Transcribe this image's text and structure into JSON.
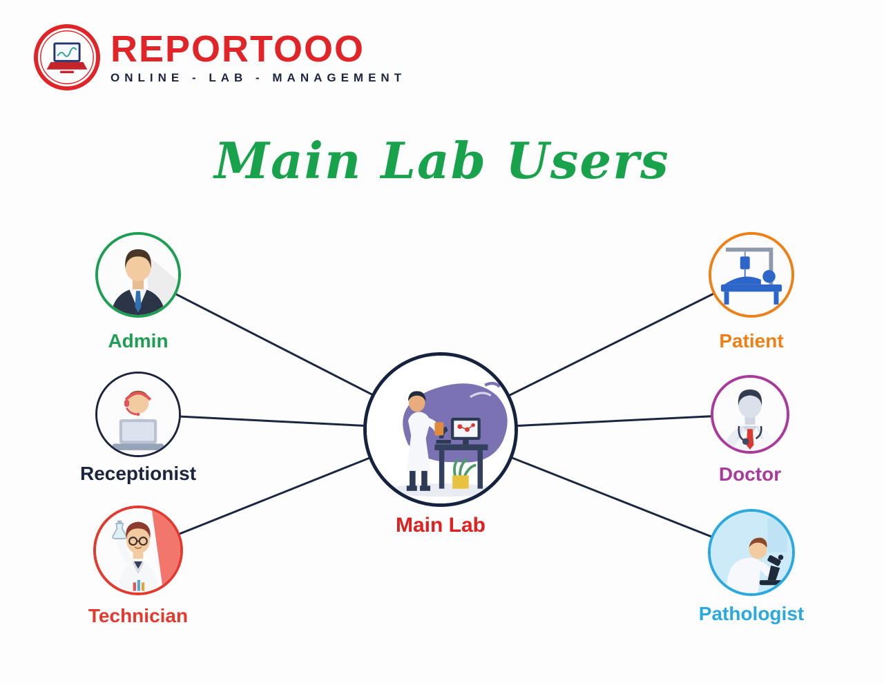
{
  "logo": {
    "brand": "REPORTOOO",
    "tagline": "ONLINE - LAB - MANAGEMENT",
    "icon": "laptop-report-icon",
    "brand_color": "#e02427",
    "tagline_color": "#1c2540"
  },
  "title": {
    "text": "Main Lab Users",
    "color": "#17a24b"
  },
  "center_node": {
    "label": "Main Lab",
    "label_color": "#e0201f",
    "ring_color": "#16233f",
    "illustration": "scientist-at-lab-desk"
  },
  "nodes": [
    {
      "label": "Admin",
      "side": "left",
      "ring_color": "#1e9e53",
      "label_color": "#1e9e53",
      "illustration": "businessman-in-suit"
    },
    {
      "label": "Receptionist",
      "side": "left",
      "ring_color": "#1c2540",
      "label_color": "#1c2540",
      "illustration": "support-agent-with-headset-and-laptop"
    },
    {
      "label": "Technician",
      "side": "left",
      "ring_color": "#e23a2e",
      "label_color": "#e23a2e",
      "illustration": "lab-technician-with-flask"
    },
    {
      "label": "Patient",
      "side": "right",
      "ring_color": "#ef8018",
      "label_color": "#ef8018",
      "illustration": "patient-in-bed-with-iv-drip"
    },
    {
      "label": "Doctor",
      "side": "right",
      "ring_color": "#a93a9b",
      "label_color": "#a93a9b",
      "illustration": "doctor-with-stethoscope"
    },
    {
      "label": "Pathologist",
      "side": "right",
      "ring_color": "#2aa9e0",
      "label_color": "#2aa9e0",
      "illustration": "pathologist-with-microscope"
    }
  ],
  "connector_color": "#1b2740"
}
